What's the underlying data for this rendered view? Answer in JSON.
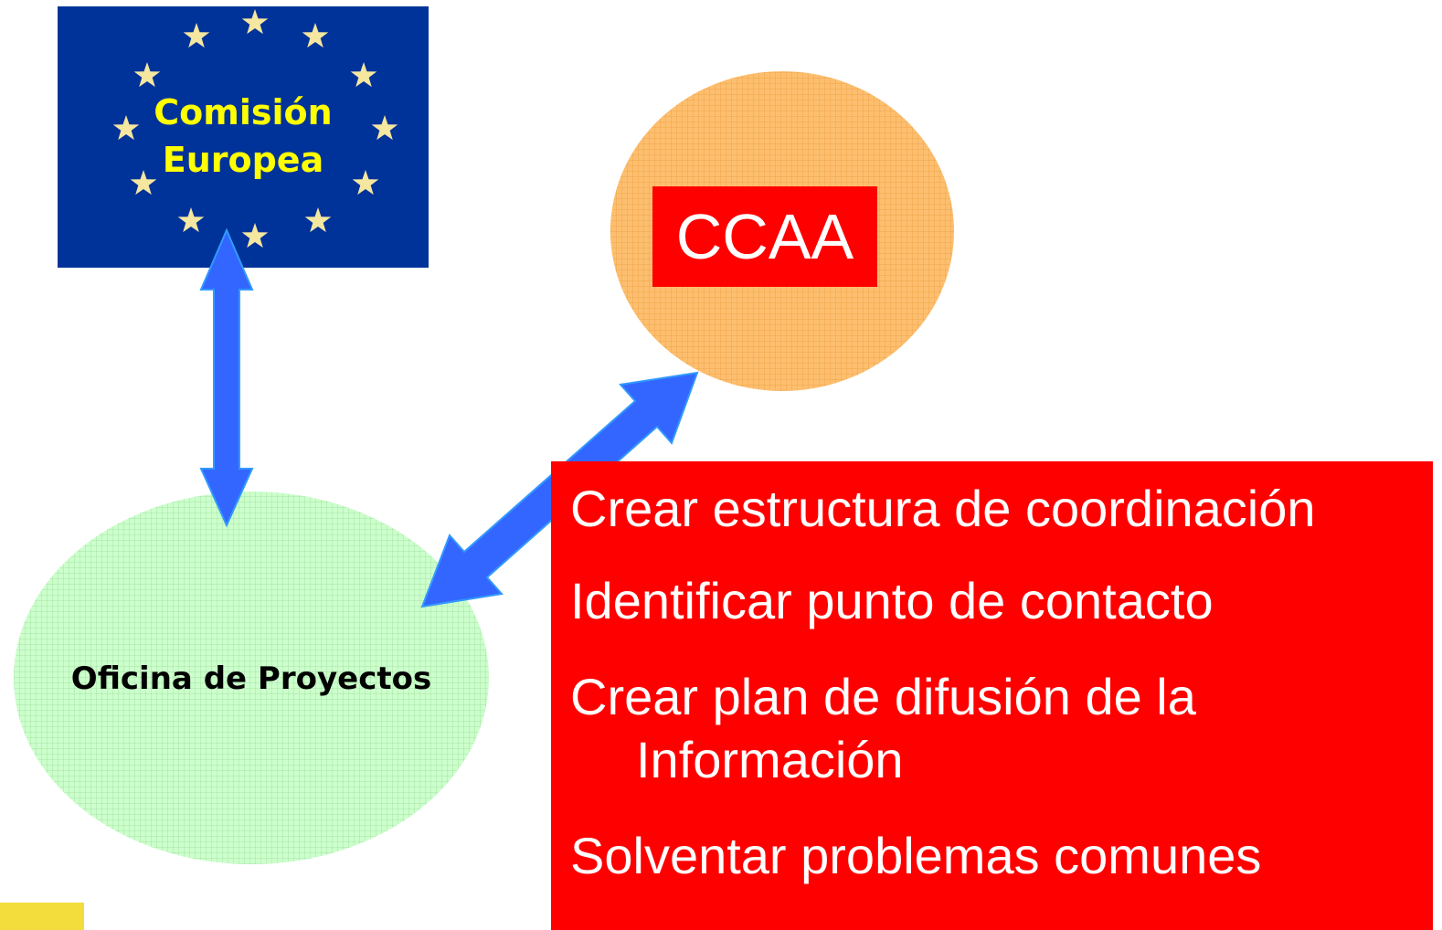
{
  "commission": {
    "line1": "Comisión",
    "line2": "Europea",
    "background_color": "#003399",
    "text_color": "#ffff00",
    "star_color": "#f5e6a0"
  },
  "ccaa": {
    "label": "CCAA",
    "circle_color": "#fdbf6f",
    "label_background": "#ff0000"
  },
  "oficina": {
    "label": "Oficina de Proyectos",
    "circle_color": "#ccffcc"
  },
  "arrow_color": "#3366ff",
  "tasks": {
    "background_color": "#ff0000",
    "items": [
      "Crear estructura de coordinación",
      "Identificar punto de contacto",
      "Crear plan de difusión de la",
      "Información",
      "Solventar problemas comunes"
    ]
  }
}
